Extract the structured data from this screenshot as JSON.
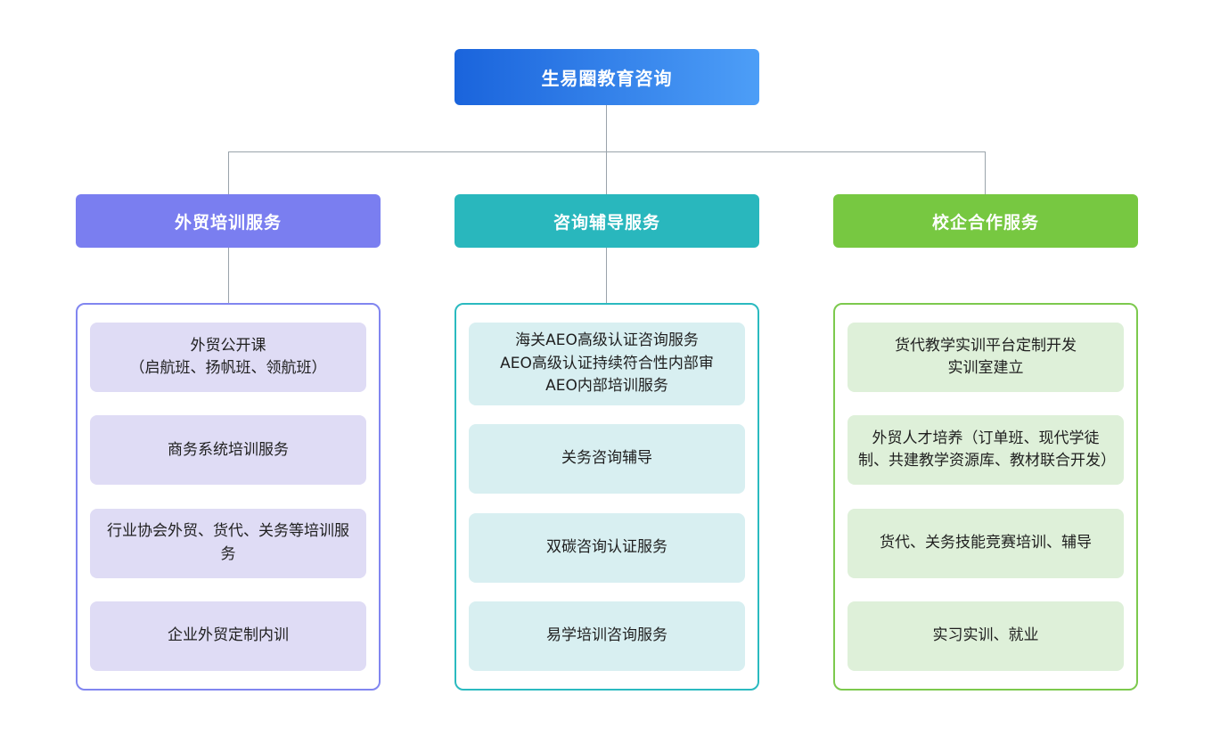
{
  "diagram": {
    "root": {
      "label": "生易圈教育咨询"
    },
    "branches": [
      {
        "id": "trade-training",
        "header": "外贸培训服务",
        "items": [
          "外贸公开课\n（启航班、扬帆班、领航班）",
          "商务系统培训服务",
          "行业协会外贸、货代、关务等培训服务",
          "企业外贸定制内训"
        ]
      },
      {
        "id": "consulting-coaching",
        "header": "咨询辅导服务",
        "items": [
          "海关AEO高级认证咨询服务\nAEO高级认证持续符合性内部审\nAEO内部培训服务",
          "关务咨询辅导",
          "双碳咨询认证服务",
          "易学培训咨询服务"
        ]
      },
      {
        "id": "school-enterprise",
        "header": "校企合作服务",
        "items": [
          "货代教学实训平台定制开发\n实训室建立",
          "外贸人才培养（订单班、现代学徒制、共建教学资源库、教材联合开发）",
          "货代、关务技能竞赛培训、辅导",
          "实习实训、就业"
        ]
      }
    ],
    "colors": {
      "root_gradient_from": "#1a64dc",
      "root_gradient_to": "#4d9ef7",
      "branch_trade_training": "#7a7ef0",
      "branch_trade_training_item_bg": "#dfdcf5",
      "branch_consulting": "#29b7bd",
      "branch_consulting_item_bg": "#d8eff1",
      "branch_school_enterprise": "#77c841",
      "branch_school_enterprise_item_bg": "#def0d9",
      "connector": "#9aa3ab"
    }
  }
}
